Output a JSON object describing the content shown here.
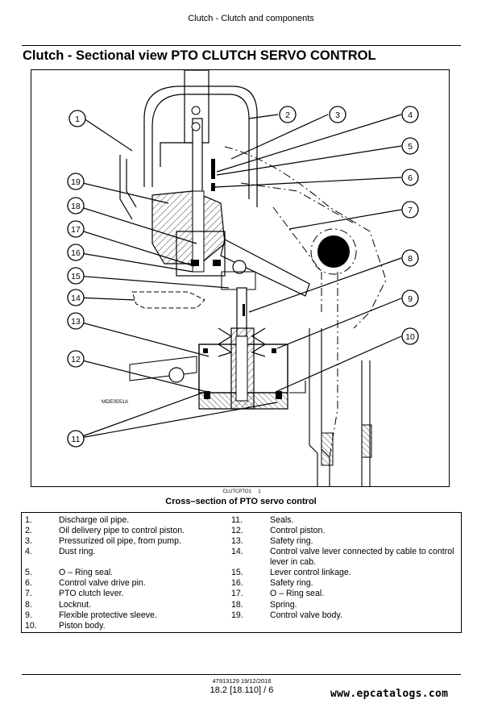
{
  "header": {
    "text": "Clutch - Clutch and components"
  },
  "title": "Clutch - Sectional view PTO CLUTCH SERVO CONTROL",
  "figure": {
    "image_code": "MDE0551A",
    "figure_code": "CLUTCPTO1",
    "figure_number": "1",
    "callouts": [
      "1",
      "2",
      "3",
      "4",
      "5",
      "6",
      "7",
      "8",
      "9",
      "10",
      "11",
      "12",
      "13",
      "14",
      "15",
      "16",
      "17",
      "18",
      "19"
    ]
  },
  "caption": "Cross–section of PTO servo control",
  "legend": {
    "left": [
      {
        "num": "1.",
        "text": "Discharge oil pipe."
      },
      {
        "num": "2.",
        "text": "Oil delivery pipe to control piston."
      },
      {
        "num": "3.",
        "text": "Pressurized oil pipe, from pump."
      },
      {
        "num": "4.",
        "text": "Dust ring."
      },
      {
        "num": "5.",
        "text": "O – Ring seal."
      },
      {
        "num": "6.",
        "text": "Control valve drive pin."
      },
      {
        "num": "7.",
        "text": "PTO clutch lever."
      },
      {
        "num": "8.",
        "text": "Locknut."
      },
      {
        "num": "9.",
        "text": "Flexible protective sleeve."
      },
      {
        "num": "10.",
        "text": "Piston body."
      }
    ],
    "right": [
      {
        "num": "11.",
        "text": "Seals."
      },
      {
        "num": "12.",
        "text": "Control piston."
      },
      {
        "num": "13.",
        "text": "Safety ring."
      },
      {
        "num": "14.",
        "text": "Control valve lever connected by cable to control lever in cab."
      },
      {
        "num": "15.",
        "text": "Lever control linkage."
      },
      {
        "num": "16.",
        "text": "Safety ring."
      },
      {
        "num": "17.",
        "text": "O – Ring seal."
      },
      {
        "num": "18.",
        "text": "Spring."
      },
      {
        "num": "19.",
        "text": "Control valve body."
      }
    ]
  },
  "footer": {
    "doc_ref": "47913129 19/12/2016",
    "page": "18.2 [18.110] / 6"
  },
  "watermark": "www.epcatalogs.com"
}
